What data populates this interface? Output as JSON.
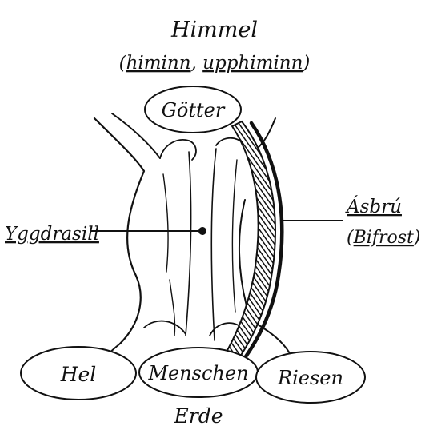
{
  "diagram": {
    "sky": {
      "title": "Himmel",
      "subtitle_open": "(",
      "subtitle_term1": "himinn",
      "subtitle_sep": ", ",
      "subtitle_term2": "upphiminn",
      "subtitle_close": ")"
    },
    "nodes": {
      "gods": "Götter",
      "hel": "Hel",
      "humans": "Menschen",
      "giants": "Riesen"
    },
    "labels": {
      "tree": "Yggdrasill",
      "bridge_name": "Ásbrú",
      "bridge_alt_open": "(",
      "bridge_alt": "Bifrost",
      "bridge_alt_close": ")",
      "earth": "Erde"
    },
    "colors": {
      "ink": "#111111",
      "paper": "#ffffff",
      "bridge_hatch": "#2a2a2a"
    }
  }
}
